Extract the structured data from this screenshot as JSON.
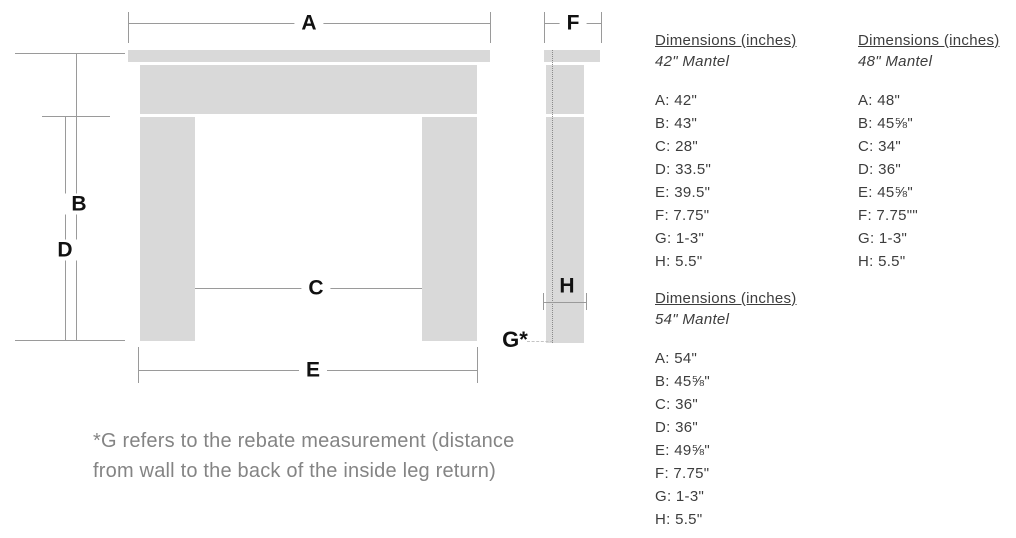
{
  "diagram": {
    "front_view": {
      "label_a": "A",
      "label_b": "B",
      "label_c": "C",
      "label_d": "D",
      "label_e": "E"
    },
    "side_view": {
      "label_f": "F",
      "label_g": "G*",
      "label_h": "H"
    },
    "footnote": {
      "line1": "*G refers to the rebate measurement (distance",
      "line2": "from wall to the back of the inside leg return)"
    },
    "colors": {
      "panel_fill": "#d9d9d9",
      "dimension_line": "#9a9a9a",
      "label_text": "#111111",
      "footnote_text": "#848484",
      "table_text": "#3d3d3d"
    }
  },
  "tables": [
    {
      "title": "Dimensions (inches)",
      "subtitle": "42\" Mantel",
      "rows": [
        "A: 42\"",
        "B: 43\"",
        "C: 28\"",
        "D: 33.5\"",
        "E: 39.5\"",
        "F: 7.75\"",
        "G: 1-3\"",
        "H: 5.5\""
      ]
    },
    {
      "title": "Dimensions (inches)",
      "subtitle": "48\" Mantel",
      "rows": [
        "A: 48\"",
        "B: 45⅝\"",
        "C: 34\"",
        "D: 36\"",
        "E: 45⅝\"",
        "F: 7.75\"\"",
        "G: 1-3\"",
        "H: 5.5\""
      ]
    },
    {
      "title": "Dimensions (inches)",
      "subtitle": "54\" Mantel",
      "rows": [
        "A: 54\"",
        "B: 45⅝\"",
        "C: 36\"",
        "D: 36\"",
        "E: 49⅝\"",
        "F: 7.75\"",
        "G: 1-3\"",
        "H: 5.5\""
      ]
    }
  ]
}
